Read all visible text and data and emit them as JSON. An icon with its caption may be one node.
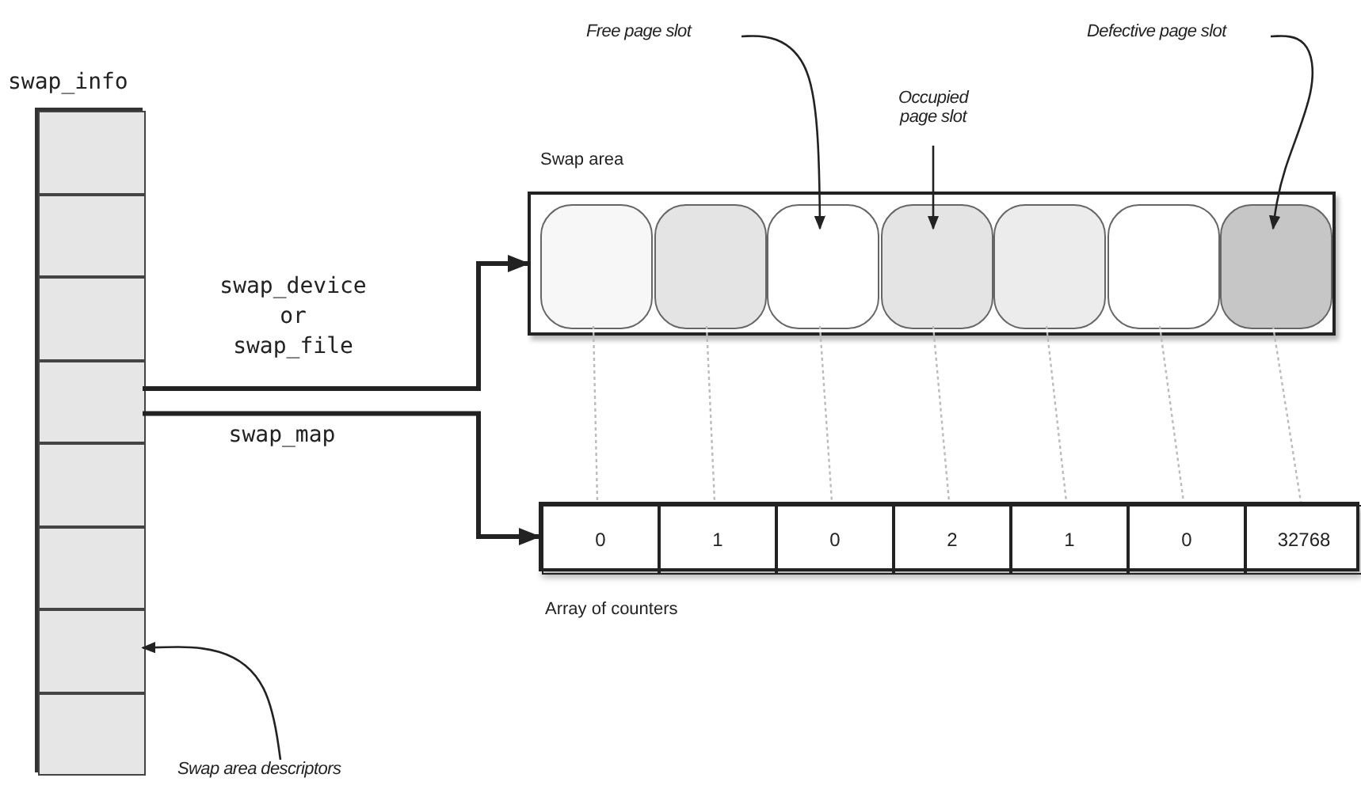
{
  "diagram": {
    "nodes": [
      {
        "text": [
          "swap_info"
        ]
      },
      {
        "text": [],
        "shape": "box",
        "in": 0
      },
      {
        "text": [],
        "shape": "box",
        "in": 0
      },
      {
        "text": [],
        "shape": "box",
        "in": 0
      },
      {
        "text": [],
        "shape": "box",
        "in": 0
      },
      {
        "text": [],
        "shape": "box",
        "in": 0
      },
      {
        "text": [],
        "shape": "box",
        "in": 0
      },
      {
        "text": [],
        "shape": "box",
        "in": 0
      },
      {
        "text": [],
        "shape": "box",
        "in": 0
      },
      {
        "text": [
          "Swap area"
        ]
      },
      {
        "text": [],
        "shape": "box",
        "in": 9
      },
      {
        "text": [],
        "shape": "box",
        "in": 9
      },
      {
        "text": [],
        "shape": "box",
        "in": 9
      },
      {
        "text": [],
        "shape": "box",
        "in": 9
      },
      {
        "text": [],
        "shape": "box",
        "in": 9
      },
      {
        "text": [],
        "shape": "box",
        "in": 9
      },
      {
        "text": [],
        "shape": "box",
        "in": 9
      },
      {
        "text": [
          "Array of counters"
        ]
      },
      {
        "text": [
          "0"
        ],
        "in": 17
      },
      {
        "text": [
          "1"
        ],
        "in": 17
      },
      {
        "text": [
          "0"
        ],
        "in": 17
      },
      {
        "text": [
          "2"
        ],
        "in": 17
      },
      {
        "text": [
          "1"
        ],
        "in": 17
      },
      {
        "text": [
          "0"
        ],
        "in": 17
      },
      {
        "text": [
          "32768"
        ],
        "in": 17
      },
      {
        "text": [
          "Free page slot"
        ]
      },
      {
        "text": [
          "Occupied page slot"
        ]
      },
      {
        "text": [
          "Defective page slot"
        ]
      },
      {
        "text": [
          "Swap area descriptors"
        ]
      }
    ],
    "edges": [
      {
        "from": 4,
        "to": 9,
        "arrow": "to",
        "label": "swap_device or swap_file",
        "style": "thick",
        "color": "#222222"
      },
      {
        "from": 4,
        "to": 17,
        "arrow": "to",
        "label": "swap_map",
        "style": "thick",
        "color": "#222222"
      },
      {
        "from": 25,
        "to": 12,
        "arrow": "to",
        "color": "#222222"
      },
      {
        "from": 26,
        "to": 13,
        "arrow": "to",
        "color": "#222222"
      },
      {
        "from": 27,
        "to": 16,
        "arrow": "to",
        "color": "#222222"
      },
      {
        "from": 28,
        "to": 7,
        "arrow": "to",
        "color": "#222222"
      },
      {
        "from": 10,
        "to": 18,
        "arrow": "none",
        "style": "dashed",
        "color": "#bbbbbb"
      },
      {
        "from": 11,
        "to": 19,
        "arrow": "none",
        "style": "dashed",
        "color": "#bbbbbb"
      },
      {
        "from": 12,
        "to": 20,
        "arrow": "none",
        "style": "dashed",
        "color": "#bbbbbb"
      },
      {
        "from": 13,
        "to": 21,
        "arrow": "none",
        "style": "dashed",
        "color": "#bbbbbb"
      },
      {
        "from": 14,
        "to": 22,
        "arrow": "none",
        "style": "dashed",
        "color": "#bbbbbb"
      },
      {
        "from": 15,
        "to": 23,
        "arrow": "none",
        "style": "dashed",
        "color": "#bbbbbb"
      },
      {
        "from": 16,
        "to": 24,
        "arrow": "none",
        "style": "dashed",
        "color": "#bbbbbb"
      }
    ]
  }
}
